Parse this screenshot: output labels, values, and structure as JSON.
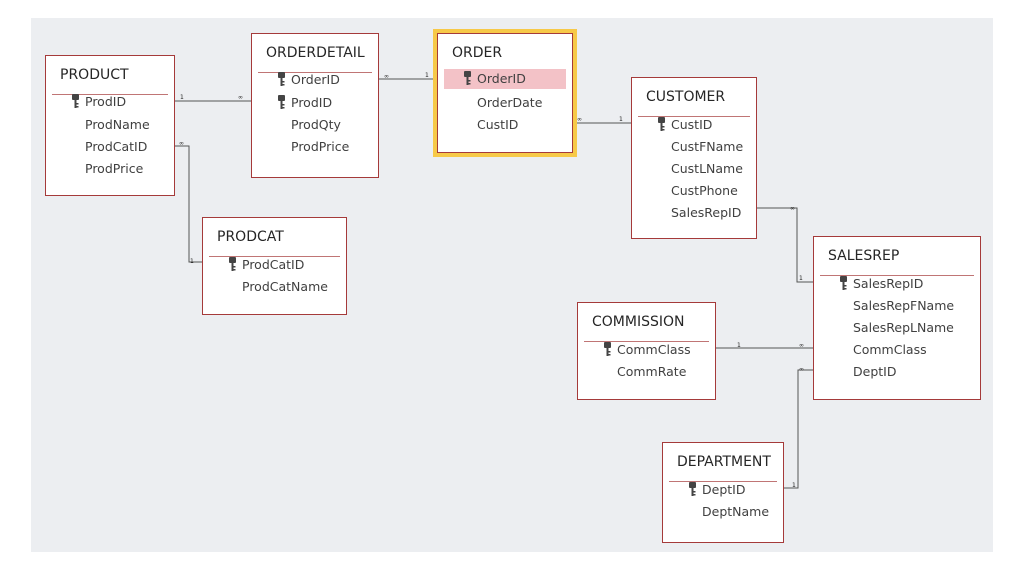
{
  "colors": {
    "border": "#a53a3a",
    "selection": "#f7c948",
    "highlight_row": "#f3c2c7",
    "canvas": "#eceef1"
  },
  "icons": {
    "primary_key": "key-icon"
  },
  "cardinality": {
    "one": "1",
    "many": "∞"
  },
  "tables": {
    "product": {
      "name": "PRODUCT",
      "fields": [
        "ProdID",
        "ProdName",
        "ProdCatID",
        "ProdPrice"
      ]
    },
    "orderdetail": {
      "name": "ORDERDETAIL",
      "fields": [
        "OrderID",
        "ProdID",
        "ProdQty",
        "ProdPrice"
      ]
    },
    "order": {
      "name": "ORDER",
      "fields": [
        "OrderID",
        "OrderDate",
        "CustID"
      ]
    },
    "customer": {
      "name": "CUSTOMER",
      "fields": [
        "CustID",
        "CustFName",
        "CustLName",
        "CustPhone",
        "SalesRepID"
      ]
    },
    "prodcat": {
      "name": "PRODCAT",
      "fields": [
        "ProdCatID",
        "ProdCatName"
      ]
    },
    "salesrep": {
      "name": "SALESREP",
      "fields": [
        "SalesRepID",
        "SalesRepFName",
        "SalesRepLName",
        "CommClass",
        "DeptID"
      ]
    },
    "commission": {
      "name": "COMMISSION",
      "fields": [
        "CommClass",
        "CommRate"
      ]
    },
    "department": {
      "name": "DEPARTMENT",
      "fields": [
        "DeptID",
        "DeptName"
      ]
    }
  }
}
